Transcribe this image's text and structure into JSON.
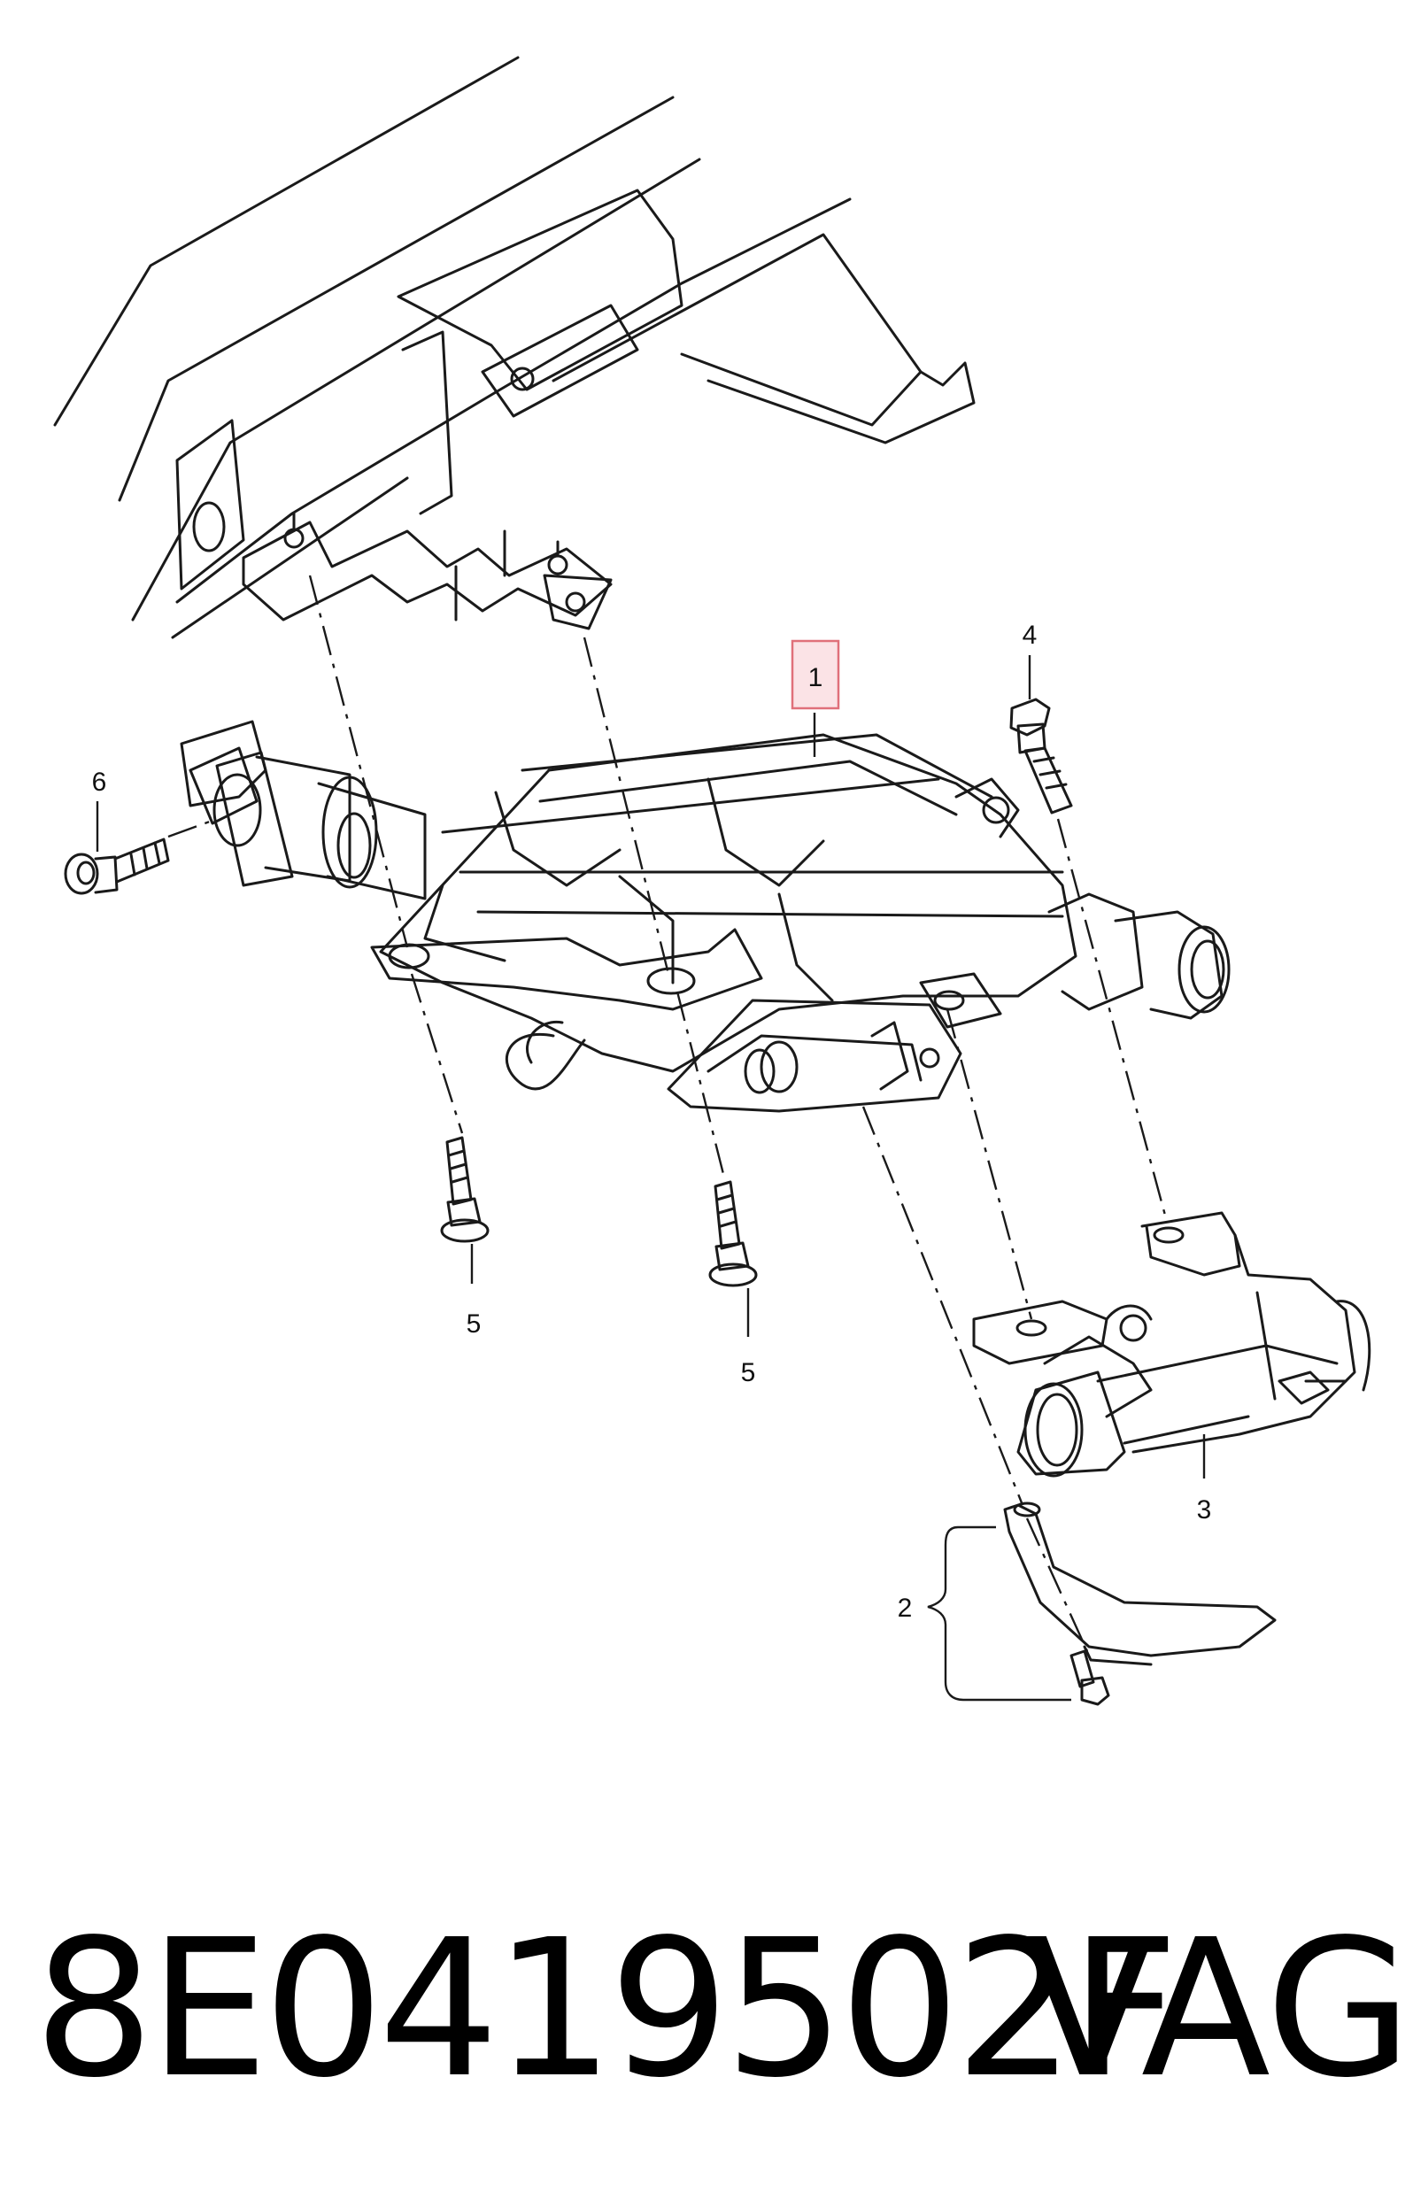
{
  "callouts": {
    "c1": "1",
    "c2": "2",
    "c3": "3",
    "c4": "4",
    "c5a": "5",
    "c5b": "5",
    "c6": "6"
  },
  "footer": {
    "part_number": "8E0419502F",
    "brand": "VAG"
  },
  "colors": {
    "line": "#1a1a1a",
    "highlight_box": "#e0707a",
    "highlight_fill": "#fbe3e6",
    "background": "#ffffff"
  }
}
